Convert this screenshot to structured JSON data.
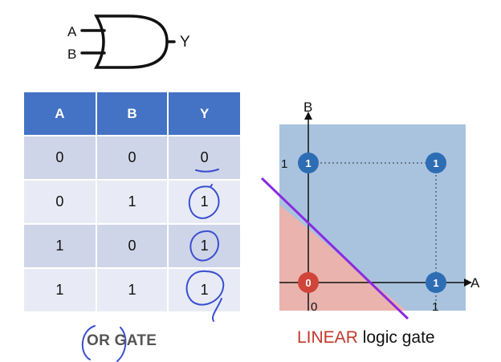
{
  "gate_symbol": {
    "input_labels": [
      "A",
      "B"
    ],
    "output_label": "Y"
  },
  "truth_table": {
    "headers": [
      "A",
      "B",
      "Y"
    ],
    "rows": [
      [
        "0",
        "0",
        "0"
      ],
      [
        "0",
        "1",
        "1"
      ],
      [
        "1",
        "0",
        "1"
      ],
      [
        "1",
        "1",
        "1"
      ]
    ],
    "header_color": "#4472c4"
  },
  "or_caption": "OR GATE",
  "plot": {
    "x_axis_label": "A",
    "y_axis_label": "B",
    "x_ticks": [
      "0",
      "1"
    ],
    "y_ticks": [
      "1"
    ],
    "points": [
      {
        "a": 0,
        "b": 1,
        "label": "1",
        "color": "#2e6db4"
      },
      {
        "a": 1,
        "b": 1,
        "label": "1",
        "color": "#2e6db4"
      },
      {
        "a": 0,
        "b": 0,
        "label": "0",
        "color": "#d0453a"
      },
      {
        "a": 1,
        "b": 0,
        "label": "1",
        "color": "#2e6db4"
      }
    ],
    "region_colors": {
      "positive": "#a9c3de",
      "negative": "#eab3ad"
    },
    "separator_color": "#8a2be2"
  },
  "linear_caption": {
    "highlight": "LINEAR",
    "rest": " logic gate",
    "highlight_color": "#c0392b"
  },
  "annotation_color": "#3a4fd1"
}
